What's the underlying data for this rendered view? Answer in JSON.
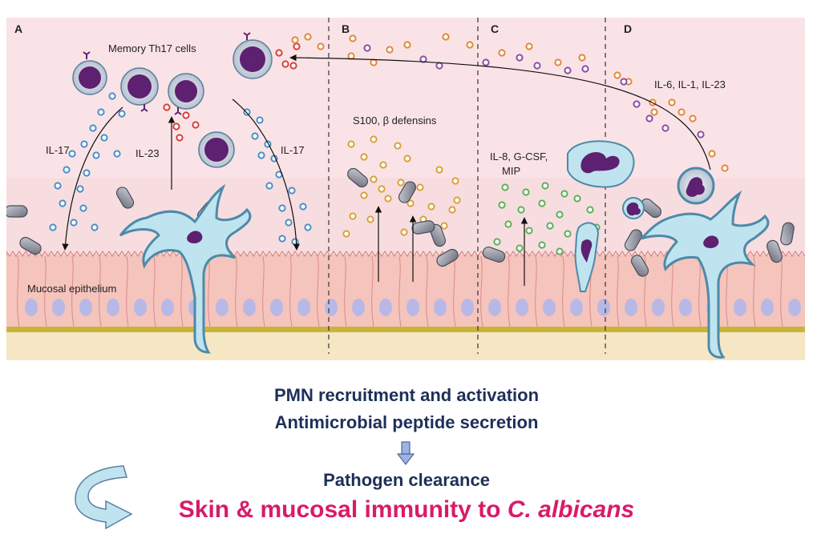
{
  "figure": {
    "panels": [
      "A",
      "B",
      "C",
      "D"
    ],
    "labels": {
      "memory_th17": "Memory  Th17 cells",
      "il17_left": "IL-17",
      "il23": "IL-23",
      "il17_right": "IL-17",
      "mucosal_epithelium": "Mucosal epithelium",
      "s100": "S100, β defensins",
      "il8_line1": "IL-8, G-CSF,",
      "il8_line2": "MIP",
      "il6": "IL-6, IL-1, IL-23"
    },
    "colors": {
      "background": "#f7dde0",
      "epithelium": "#f5c4bd",
      "nucleus": "#b8b8e6",
      "basement": "#c9b43a",
      "dot_blue": "#4a90c8",
      "dot_red": "#d9403a",
      "dot_orange": "#e08a3a",
      "dot_purple": "#8a4fa8",
      "dot_yellow": "#d8a23a",
      "dot_green": "#5cb05a",
      "cell_dark": "#5e2070"
    }
  },
  "captions": {
    "line1": "PMN recruitment and activation",
    "line2": "Antimicrobial peptide secretion",
    "line3": "Pathogen clearance",
    "line4_prefix": "Skin & mucosal immunity to ",
    "line4_italic": "C. albicans"
  },
  "icons": {
    "down_arrow": "down-arrow-icon",
    "curve_arrow": "curved-arrow-icon"
  }
}
